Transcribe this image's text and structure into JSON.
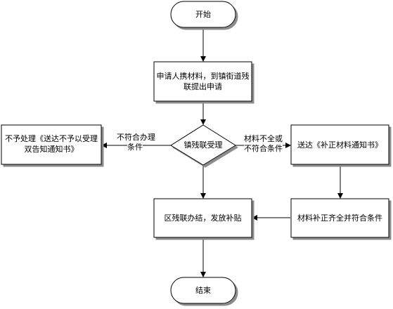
{
  "flowchart": {
    "start": "开始",
    "apply": [
      "申请人携材料，到镇街道残",
      "联提出申请"
    ],
    "review": "镇残联受理",
    "reject": [
      "不予处理《送达不予以受理",
      "双告知通知书》"
    ],
    "notice": "送达《补正材料通知书》",
    "supplement": "材料补正齐全并符合条件",
    "complete": "区残联办结，发放补贴",
    "end": "结束",
    "edge_not_eligible": [
      "不符合办理",
      "条件"
    ],
    "edge_incomplete": [
      "材料不全或",
      "不符合条件"
    ]
  }
}
